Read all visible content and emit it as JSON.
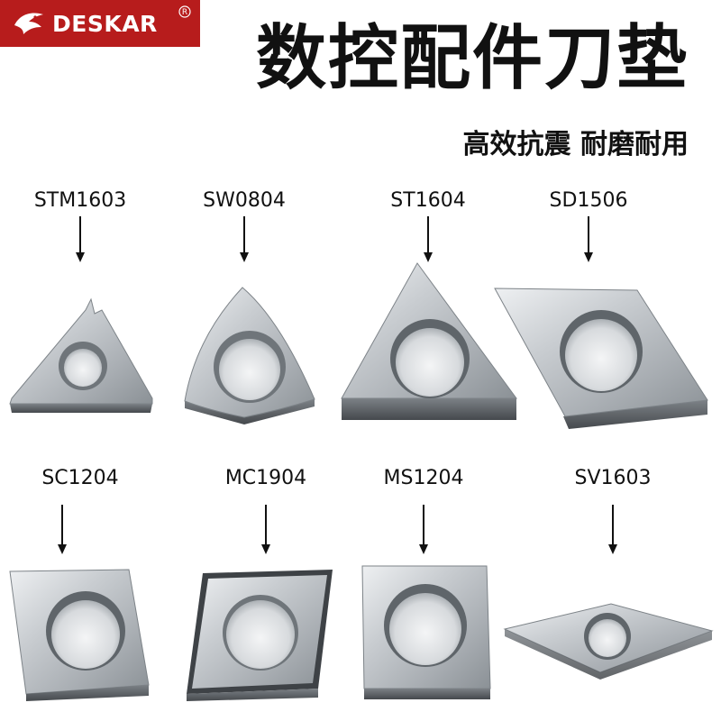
{
  "brand": {
    "name": "DESKAR",
    "reg_mark": "®",
    "color": "#b71c1c"
  },
  "title": "数控配件刀垫",
  "subtitle": "高效抗震 耐磨耐用",
  "products": [
    {
      "code": "STM1603",
      "shape": "triangle-notched"
    },
    {
      "code": "SW0804",
      "shape": "trigon"
    },
    {
      "code": "ST1604",
      "shape": "triangle"
    },
    {
      "code": "SD1506",
      "shape": "diamond-55"
    },
    {
      "code": "SC1204",
      "shape": "diamond-80"
    },
    {
      "code": "MC1904",
      "shape": "diamond-80-framed"
    },
    {
      "code": "MS1204",
      "shape": "square"
    },
    {
      "code": "SV1603",
      "shape": "diamond-35"
    }
  ]
}
